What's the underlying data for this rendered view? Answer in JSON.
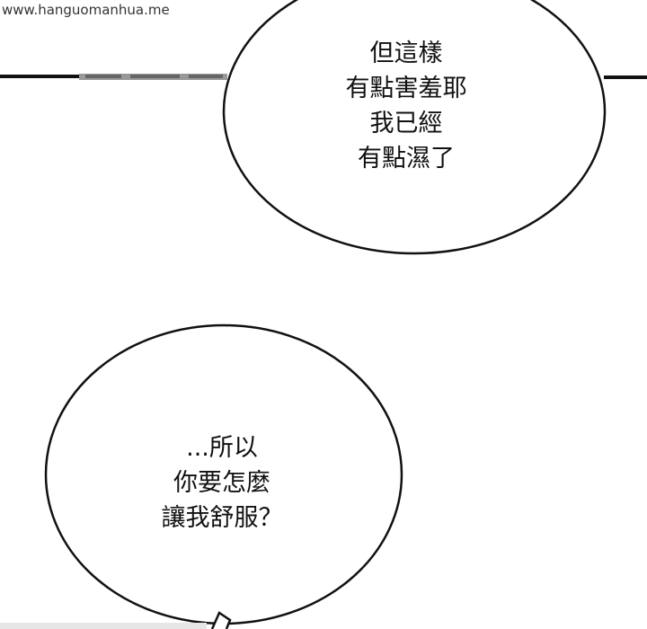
{
  "watermark": "www.hanguomanhua.me",
  "bubbles": [
    {
      "lines": [
        "但這樣",
        "有點害羞耶",
        "我已經",
        "有點濕了"
      ]
    },
    {
      "lines": [
        "...所以",
        "你要怎麼",
        "讓我舒服？"
      ]
    }
  ],
  "colors": {
    "background": "#ffffff",
    "ink": "#111111"
  }
}
